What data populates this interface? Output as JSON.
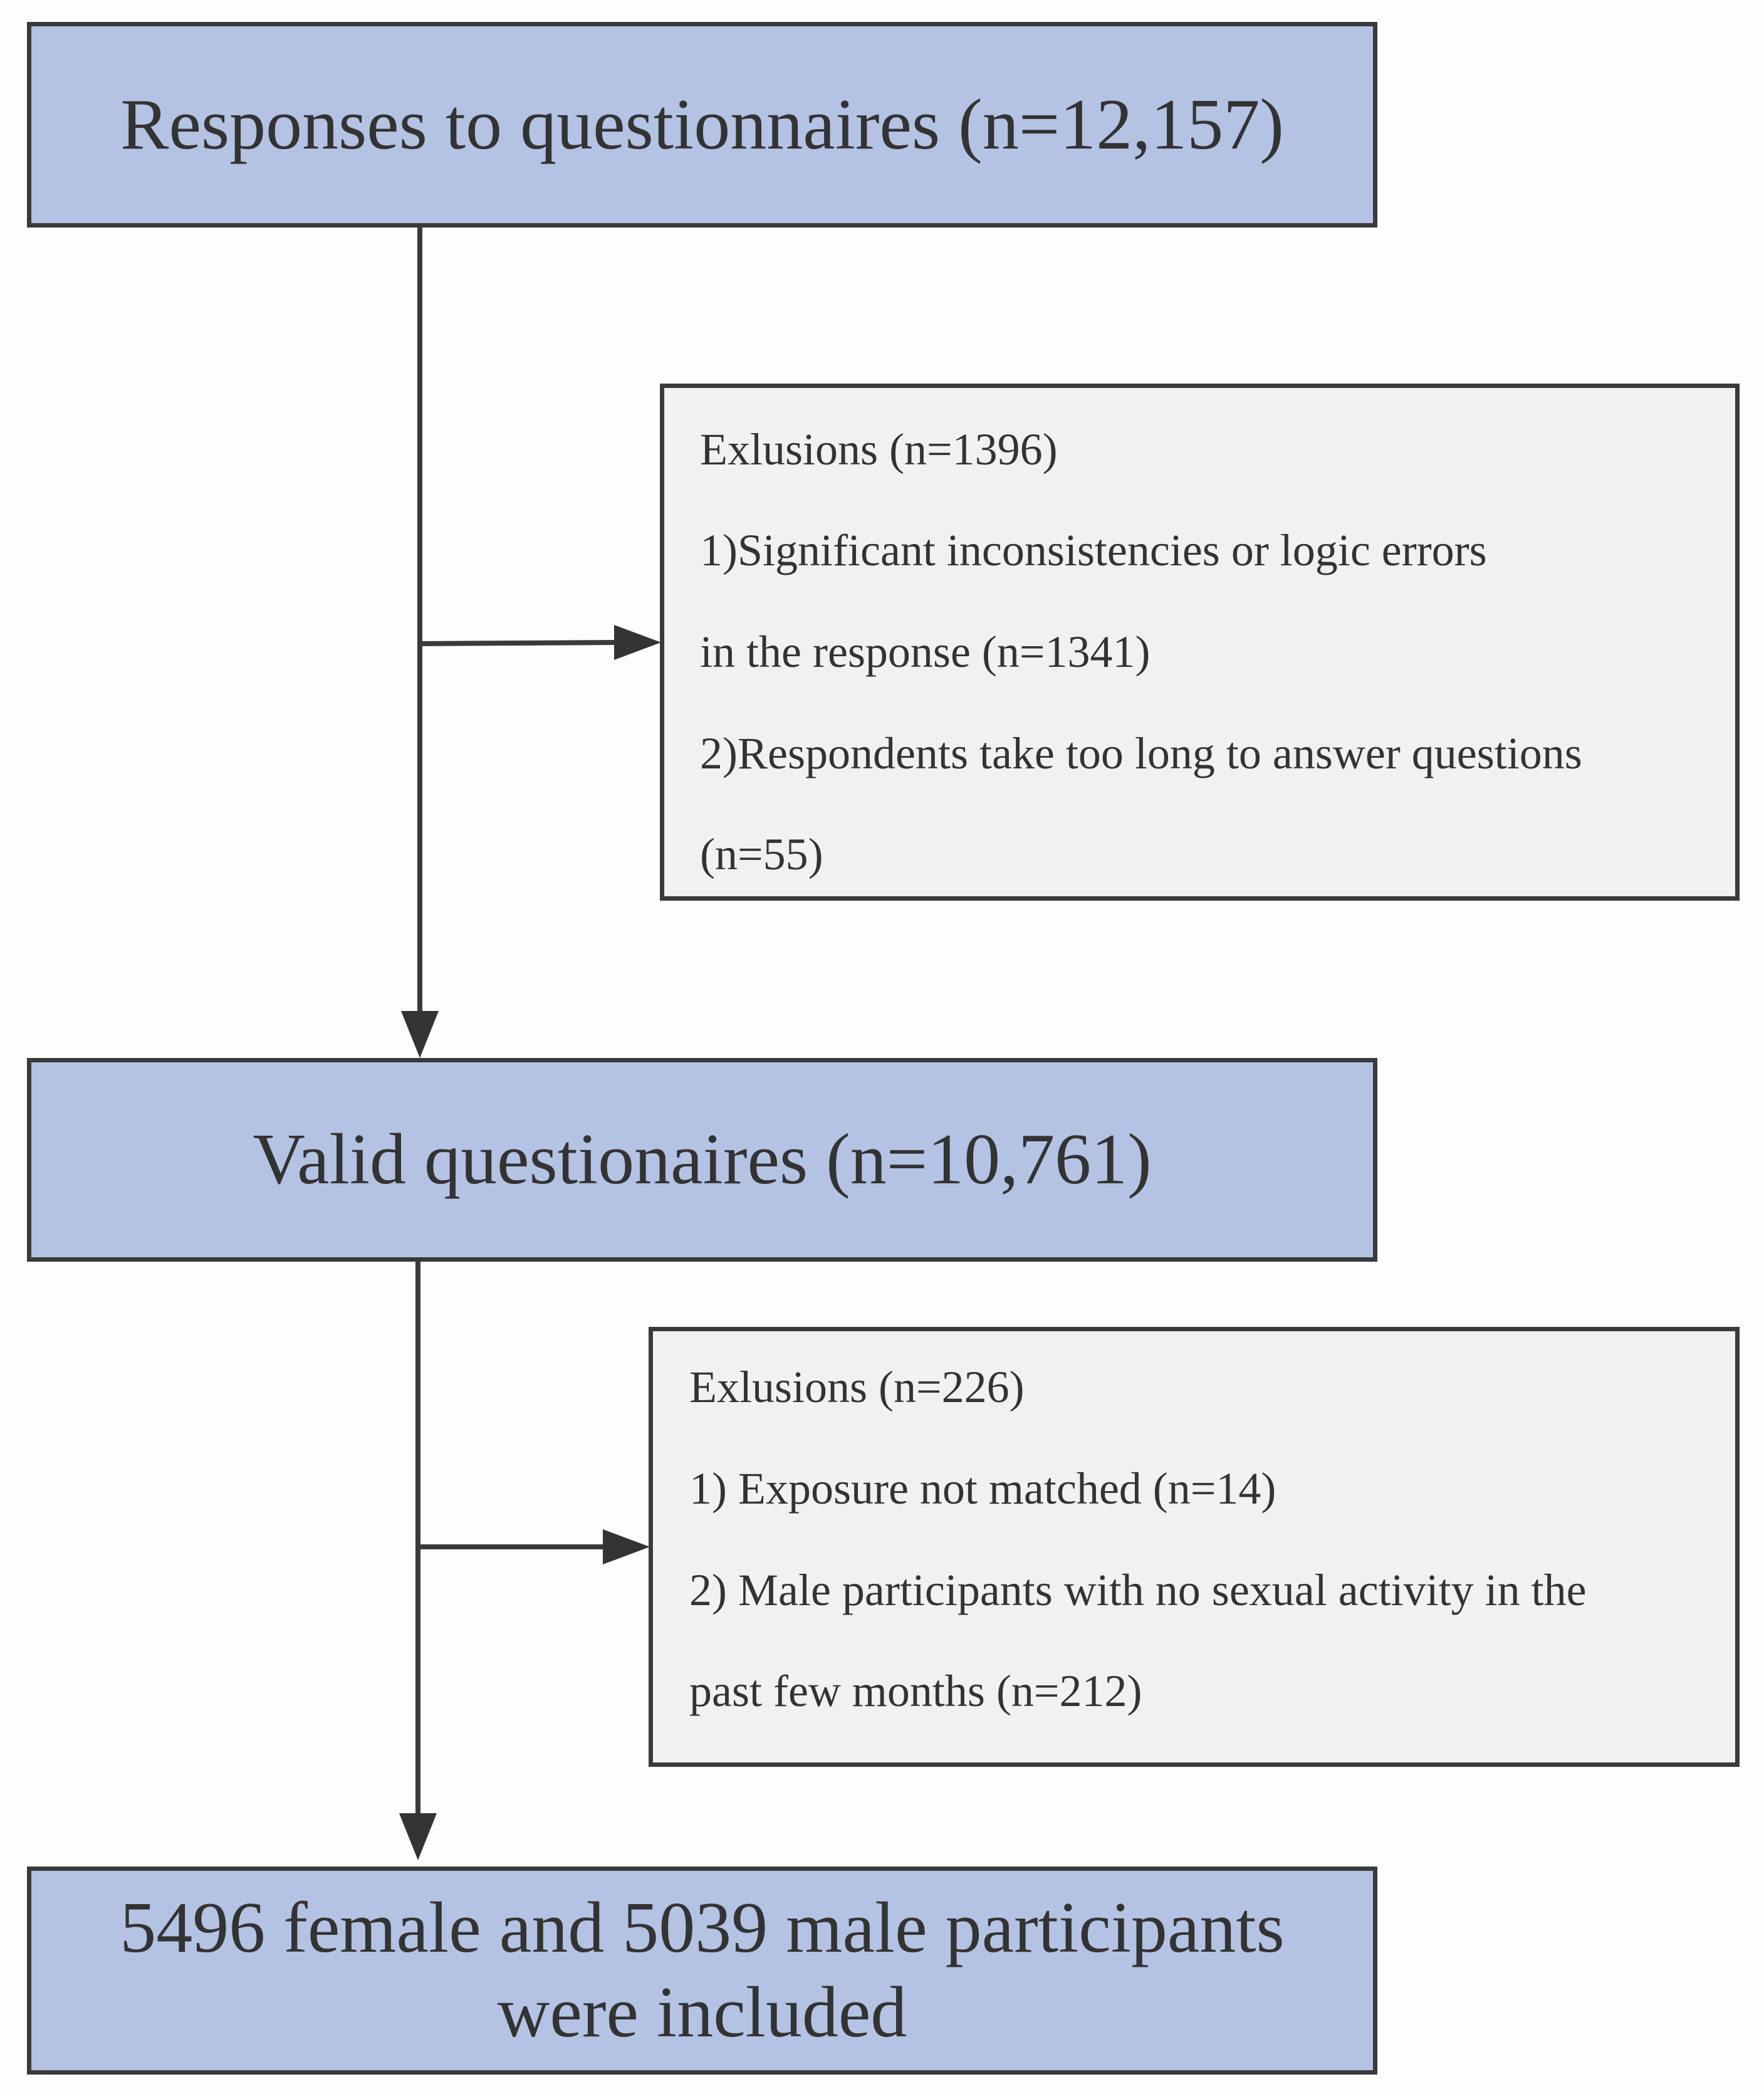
{
  "flowchart": {
    "box1": {
      "text": "Responses to questionnaires (n=12,157)"
    },
    "exclusion1": {
      "lines": [
        "Exlusions (n=1396)",
        "1)Significant inconsistencies or logic errors",
        "in the response (n=1341)",
        "2)Respondents take too long to answer questions",
        "(n=55)"
      ]
    },
    "box2": {
      "text": "Valid questionaires (n=10,761)"
    },
    "exclusion2": {
      "lines": [
        "Exlusions (n=226)",
        "1) Exposure not matched (n=14)",
        "2) Male participants with no sexual activity in the",
        "past few months (n=212)"
      ]
    },
    "box3": {
      "lines": [
        "5496 female and 5039 male participants",
        "were included"
      ]
    }
  },
  "colors": {
    "main_box_fill": "#b4c3e4",
    "exclusion_box_fill": "#f1f1f1",
    "border": "#3a3a3a",
    "text": "#333333"
  }
}
